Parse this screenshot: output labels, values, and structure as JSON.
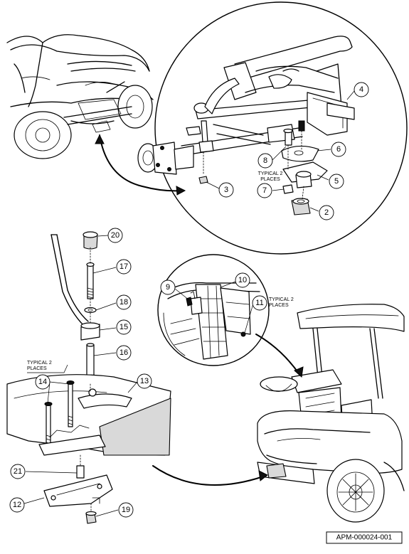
{
  "figure": {
    "document_id": "APM-000024-001",
    "notes": {
      "typical_2_places_a": [
        "TYPICAL 2",
        "PLACES"
      ],
      "typical_2_places_b": [
        "TYPICAL 2",
        "PLACES"
      ],
      "typical_2_places_c": [
        "TYPICAL 2",
        "PLACES"
      ]
    },
    "callouts": {
      "c2": "2",
      "c3": "3",
      "c4": "4",
      "c5": "5",
      "c6": "6",
      "c7": "7",
      "c8": "8",
      "c9": "9",
      "c10": "10",
      "c11": "11",
      "c12": "12",
      "c13": "13",
      "c14": "14",
      "c15": "15",
      "c16": "16",
      "c17": "17",
      "c18": "18",
      "c19": "19",
      "c20": "20",
      "c21": "21"
    }
  }
}
